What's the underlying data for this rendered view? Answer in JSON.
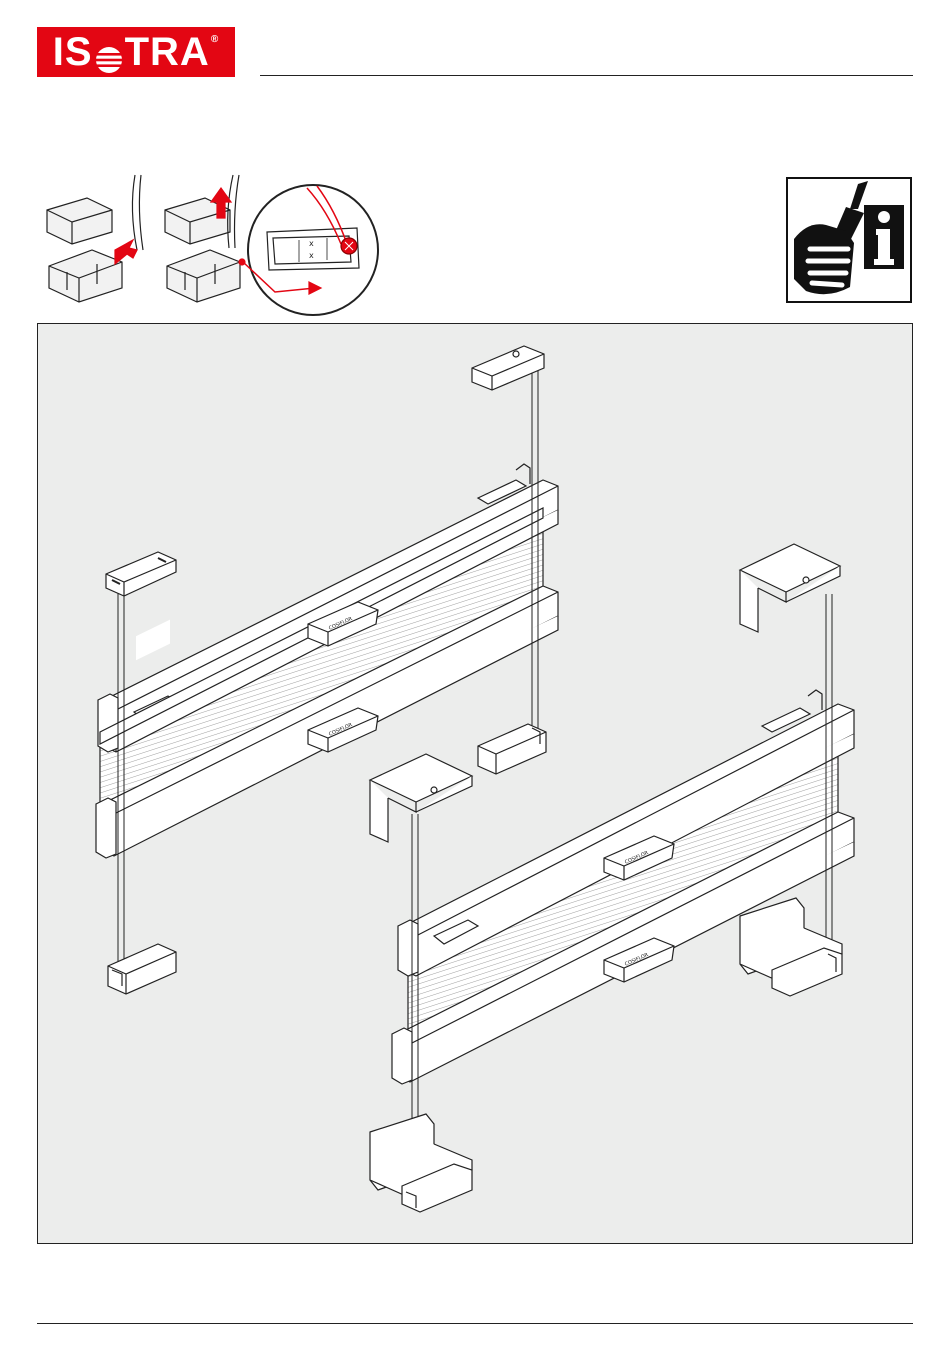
{
  "brand": {
    "name_part1": "IS",
    "name_part2": "TRA",
    "registered_mark": "®",
    "color": "#e30613"
  },
  "rail_brand_text": "COSIFLOR",
  "icons": {
    "info": "info-icon",
    "hand": "hand-screwdriver-icon"
  },
  "colors": {
    "accent": "#e30613",
    "panel": "#ecedec",
    "line": "#222222"
  }
}
